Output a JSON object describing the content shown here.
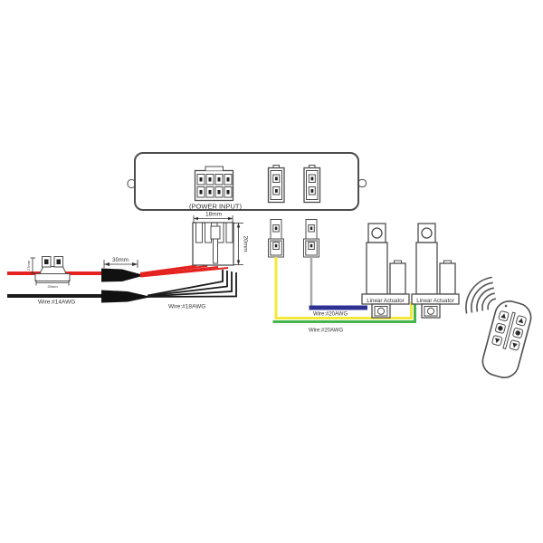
{
  "diagram": {
    "control_box": {
      "power_input_label": "(POWER INPUT)"
    },
    "dimensions": {
      "plug_width": "18mm",
      "plug_height": "20mm",
      "heatshrink_length": "30mm",
      "fuse_height": "27mm",
      "fuse_length": "20mm"
    },
    "wires": {
      "input_label": "Wire:#14AWG",
      "harness_label": "Wire:#18AWG",
      "channel1_label": "Wire:#20AWG",
      "channel2_label": "Wire:#20AWG"
    },
    "actuators": [
      {
        "label": "Linear Actuator"
      },
      {
        "label": "Linear Actuator"
      }
    ],
    "remote": {
      "buttons": [
        "up-arrow-icon",
        "round-button",
        "down-arrow-icon",
        "up-arrow-icon",
        "round-button",
        "down-arrow-icon"
      ]
    },
    "colors": {
      "line": "#4d4d4d",
      "red_wire": "#e42320",
      "black_wire": "#1a1a1a",
      "yellow_wire": "#f3e93c",
      "green_wire": "#46b54b",
      "blue_wire": "#2e3192",
      "gray_wire": "#a8a8a8"
    }
  }
}
